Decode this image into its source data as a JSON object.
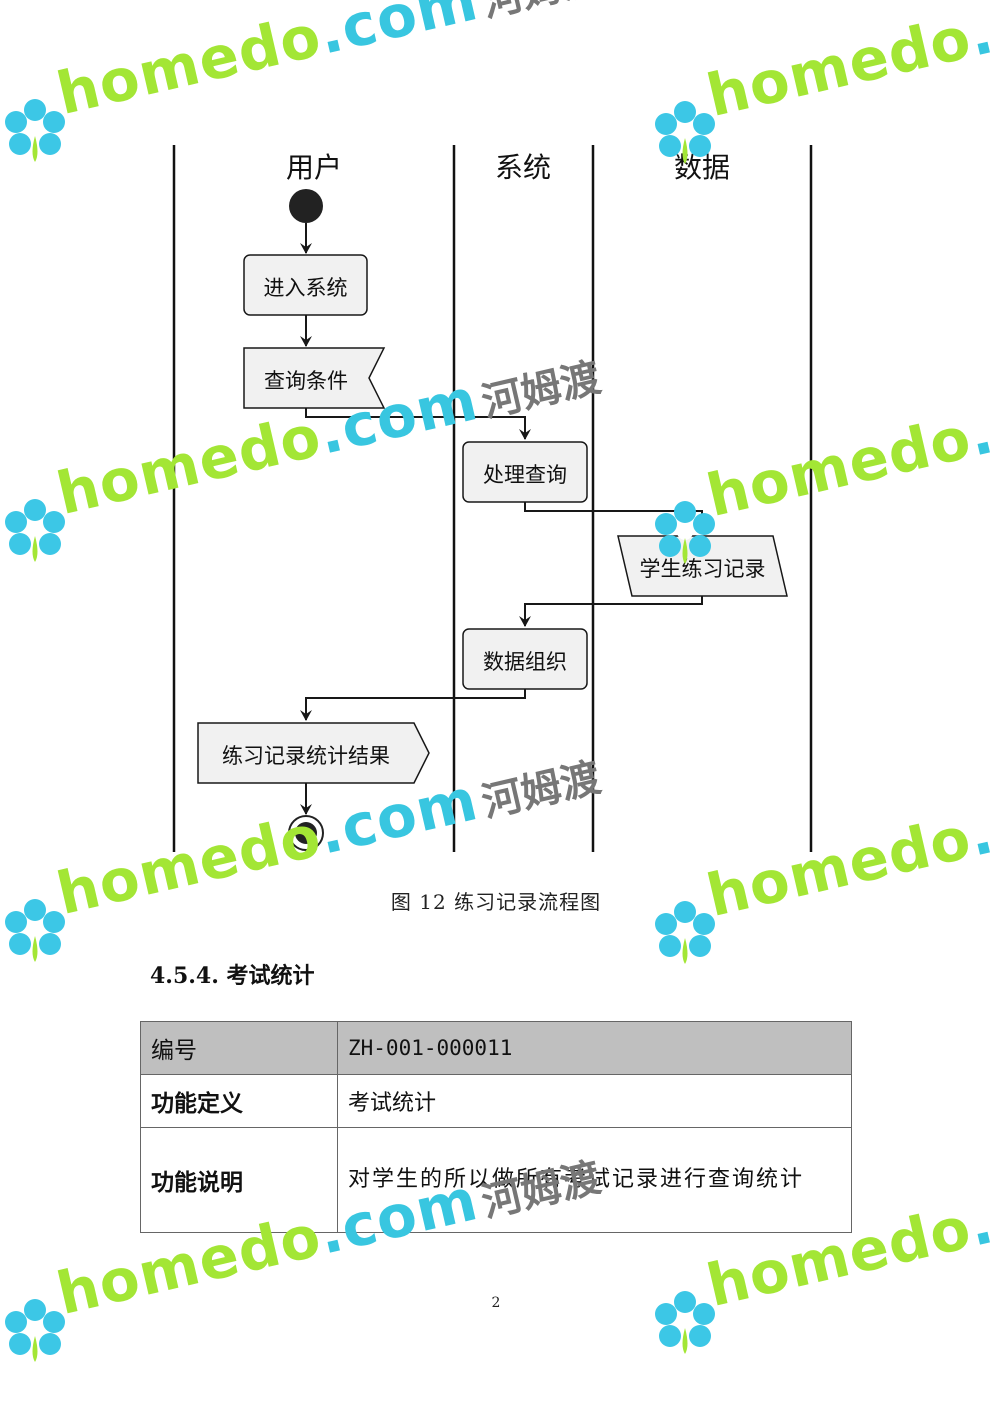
{
  "diagram": {
    "lanes": [
      "用户",
      "系统",
      "数据"
    ],
    "nodes": {
      "enter_system": "进入系统",
      "query_conditions": "查询条件",
      "process_query": "处理查询",
      "practice_records": "学生练习记录",
      "data_organize": "数据组织",
      "practice_stats_result": "练习记录统计结果"
    }
  },
  "caption": "图 12 练习记录流程图",
  "section": {
    "heading": "4.5.4. 考试统计"
  },
  "table": {
    "rows": [
      {
        "key": "编号",
        "value": "ZH-001-000011"
      },
      {
        "key": "功能定义",
        "value": "考试统计"
      },
      {
        "key": "功能说明",
        "value": "对学生的所以做所有考试记录进行查询统计"
      }
    ]
  },
  "page_number": "2",
  "watermark": {
    "latin": "homedo.com",
    "chinese": "河姆渡"
  },
  "colors": {
    "node_fill": "#f1f1f1",
    "node_stroke": "#181818",
    "table_header": "#bfbfbf",
    "wm_green": "#a3e635",
    "wm_cyan": "#38c6e0",
    "wm_flower": "#3cc7e6"
  }
}
